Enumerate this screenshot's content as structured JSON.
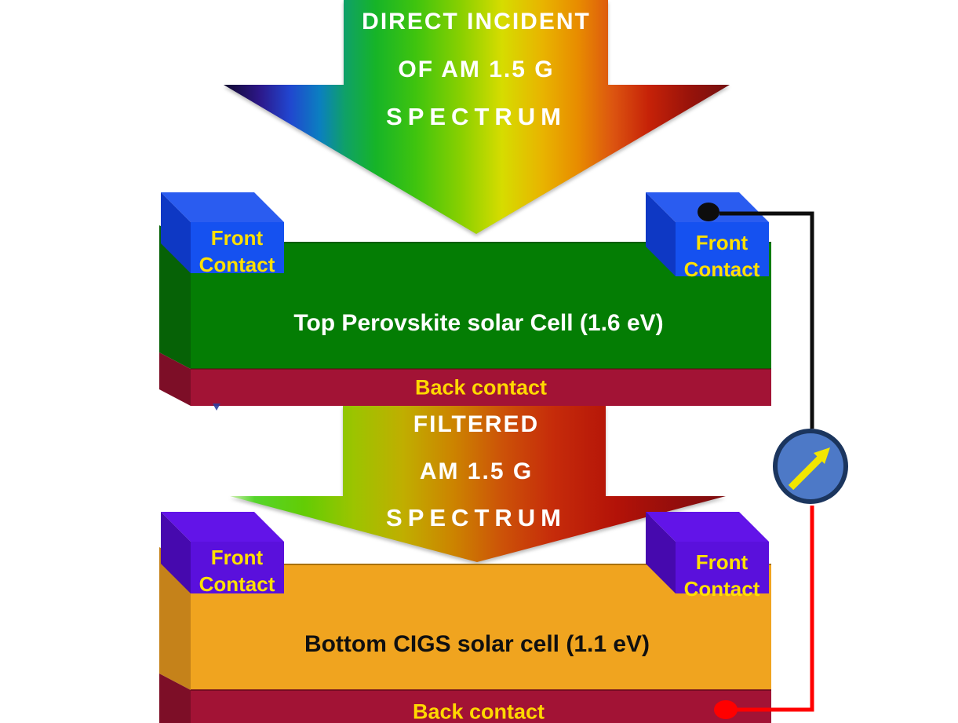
{
  "top_arrow": {
    "line1": "DIRECT INCIDENT",
    "line2": "OF AM 1.5 G",
    "line3": "SPECTRUM"
  },
  "filtered_arrow": {
    "line1": "FILTERED",
    "line2": "AM 1.5 G",
    "line3": "SPECTRUM"
  },
  "perovskite_cell": {
    "label": "Top Perovskite solar Cell (1.6 eV)",
    "back_contact_label": "Back contact",
    "front_contact_word1": "Front",
    "front_contact_word2": "Contact"
  },
  "cigs_cell": {
    "label": "Bottom CIGS solar cell (1.1 eV)",
    "back_contact_label": "Back contact",
    "front_contact_word1": "Front",
    "front_contact_word2": "Contact"
  },
  "meter": {
    "icon": "ammeter-dial-icon"
  },
  "colors": {
    "perovskite_green": "#047d04",
    "perovskite_green_side": "#066206",
    "back_contact_crimson": "#a21335",
    "back_contact_crimson_side": "#7d0e27",
    "cigs_orange": "#f0a41f",
    "cigs_orange_side": "#c5821a",
    "front_contact_blue": "#1551f0",
    "front_contact_blue_top": "#2a5cf0",
    "front_contact_blue_side": "#0e38c4",
    "front_contact_purple": "#5a10dc",
    "front_contact_purple_top": "#6214e8",
    "front_contact_purple_side": "#4609ae",
    "meter_blue": "#4d79c7",
    "meter_border": "#1b355e",
    "needle_yellow": "#f2e600",
    "wire_black": "#0d0d0d",
    "wire_red": "#ff0000",
    "label_yellow": "#ffd800",
    "front_contact_text_yellow": "#ffe000"
  }
}
